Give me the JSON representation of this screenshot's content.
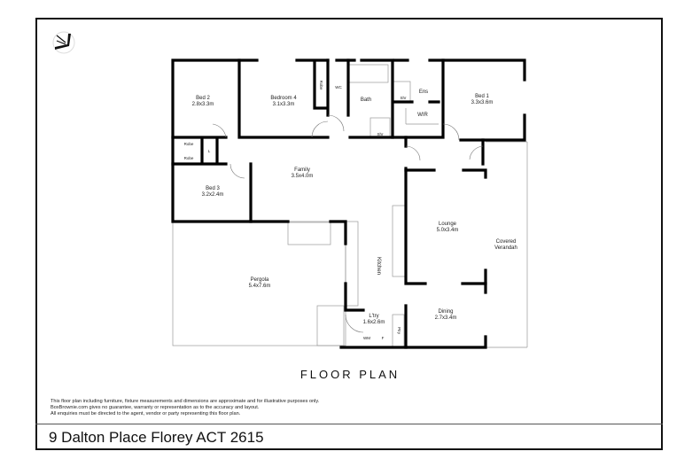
{
  "plan": {
    "rooms": {
      "bed2": {
        "name": "Bed 2",
        "size": "2.8x3.3m"
      },
      "bedroom4": {
        "name": "Bedroom 4",
        "size": "3.1x3.3m"
      },
      "wc": {
        "name": "WC"
      },
      "bath": {
        "name": "Bath"
      },
      "ens": {
        "name": "Ens"
      },
      "wir": {
        "name": "WIR"
      },
      "bed1": {
        "name": "Bed 1",
        "size": "3.3x3.6m"
      },
      "family": {
        "name": "Family",
        "size": "3.5x4.0m"
      },
      "bed3": {
        "name": "Bed 3",
        "size": "3.2x2.4m"
      },
      "lounge": {
        "name": "Lounge",
        "size": "5.0x3.4m"
      },
      "verandah": {
        "name": "Covered",
        "name2": "Verandah"
      },
      "pergola": {
        "name": "Pergola",
        "size": "5.4x7.6m"
      },
      "kitchen": {
        "name": "Kitchen"
      },
      "laundry": {
        "name": "L'try",
        "size": "1.6x2.6m"
      },
      "dining": {
        "name": "Dining",
        "size": "2.7x3.4m"
      }
    },
    "fixtures": {
      "robe": "Robe",
      "shower": "Shr",
      "linen": "L",
      "washing_machine": "WM",
      "fridge": "F",
      "pantry": "Ptry"
    },
    "compass_icon": "north-compass-icon"
  },
  "title": "FLOOR PLAN",
  "disclaimer": [
    "This floor plan including furniture, fixture measurements and dimensions are approximate and for illustrative purposes only.",
    "BoxBrownie.com gives no guarantee, warranty or representation as to the accuracy and layout.",
    "All enquiries must be directed to the agent, vendor or party representing this floor plan."
  ],
  "address": "9 Dalton Place Florey ACT 2615"
}
